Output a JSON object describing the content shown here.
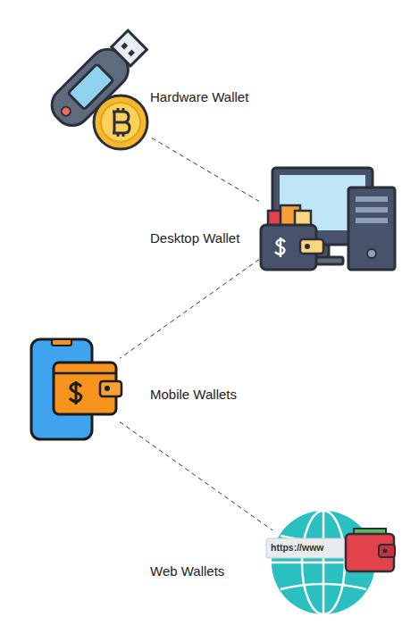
{
  "diagram": {
    "nodes": [
      {
        "text": [
          "Hardware Wallet"
        ]
      },
      {
        "text": [
          "Desktop Wallet"
        ]
      },
      {
        "text": [
          "Mobile Wallets"
        ]
      },
      {
        "text": [
          "Web Wallets"
        ]
      }
    ],
    "edges": [
      {
        "from": 0,
        "to": 1,
        "arrow": "none"
      },
      {
        "from": 1,
        "to": 2,
        "arrow": "none"
      },
      {
        "from": 2,
        "to": 3,
        "arrow": "none"
      }
    ],
    "labels": [
      "https://www"
    ]
  }
}
